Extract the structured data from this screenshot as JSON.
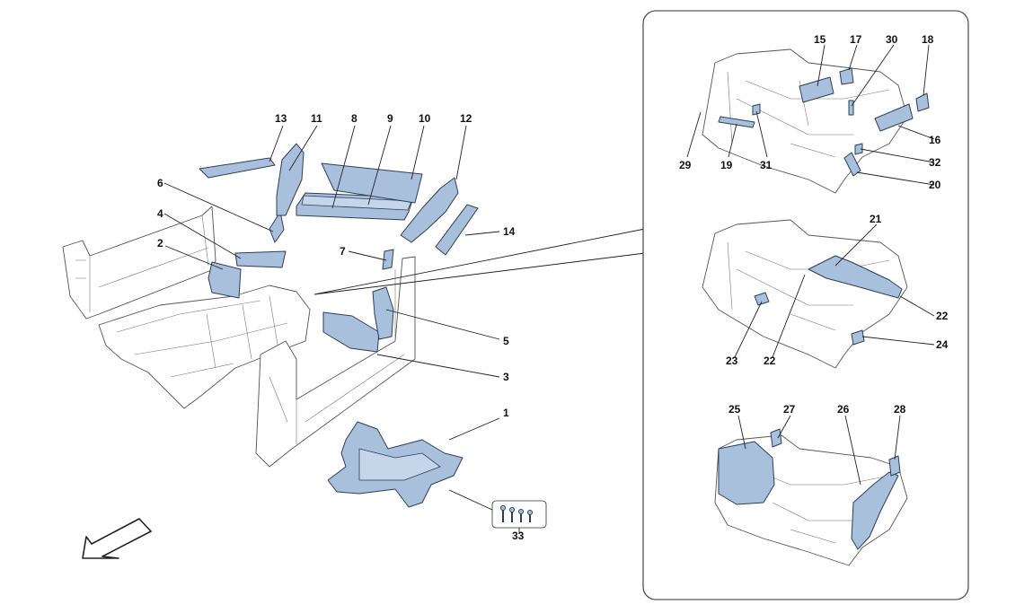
{
  "callouts": {
    "c1": "1",
    "c2": "2",
    "c3": "3",
    "c4": "4",
    "c5": "5",
    "c6": "6",
    "c7": "7",
    "c8": "8",
    "c9": "9",
    "c10": "10",
    "c11": "11",
    "c12": "12",
    "c13": "13",
    "c14": "14",
    "c15": "15",
    "c16": "16",
    "c17": "17",
    "c18": "18",
    "c19": "19",
    "c20": "20",
    "c21": "21",
    "c22a": "22",
    "c22b": "22",
    "c23": "23",
    "c24": "24",
    "c25": "25",
    "c26": "26",
    "c27": "27",
    "c28": "28",
    "c29": "29",
    "c30": "30",
    "c31": "31",
    "c32": "32",
    "c33": "33"
  },
  "colors": {
    "part_fill": "#a9c0dd",
    "part_stroke": "#2d3e57",
    "body_stroke": "#555555"
  },
  "icons": {
    "direction_arrow": "front-direction-arrow-icon"
  }
}
